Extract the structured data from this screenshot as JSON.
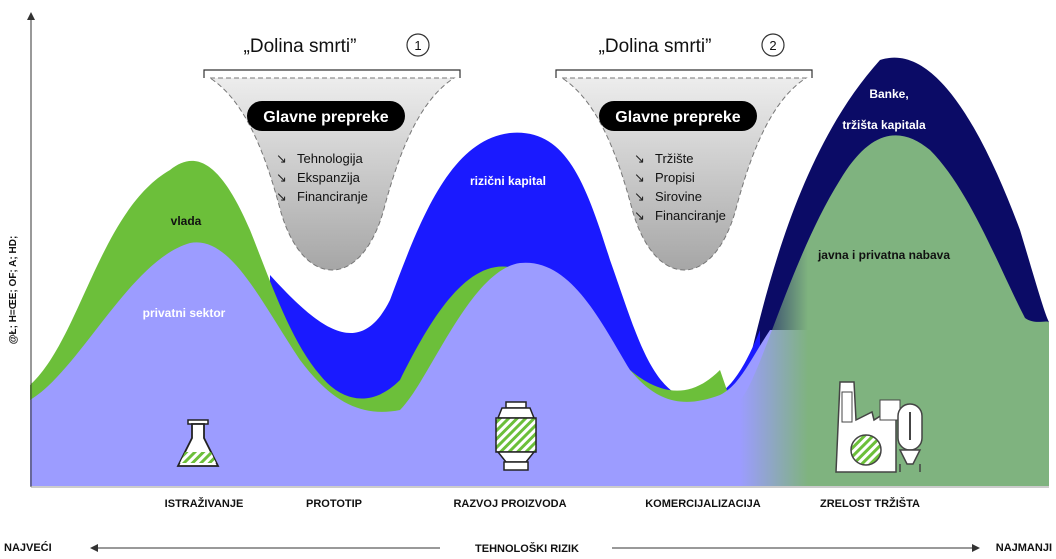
{
  "axis": {
    "y_label": "@Ł; H=ŒE;  OF; A; HD;",
    "x_label": "TEHNOLOŠKI RIZIK",
    "left_end": "NAJVEĆI",
    "right_end": "NAJMANJI"
  },
  "stages": [
    "ISTRAŽIVANJE",
    "PROTOTIP",
    "RAZVOJ PROIZVODA",
    "KOMERCIJALIZACIJA",
    "ZRELOST TRŽIŠTA"
  ],
  "funding": {
    "vlada": "vlada",
    "private_sector": "privatni sektor",
    "risk_capital": "rizični kapital",
    "public_private": "javna i privatna nabava",
    "banks_line1": "Banke,",
    "banks_line2": "tržišta kapitala"
  },
  "valleys": [
    {
      "title": "„Dolina smrti”",
      "number": "1",
      "obstacles_title": "Glavne prepreke",
      "items": [
        "Tehnologija",
        "Ekspanzija",
        "Financiranje"
      ]
    },
    {
      "title": "„Dolina smrti”",
      "number": "2",
      "obstacles_title": "Glavne prepreke",
      "items": [
        "Tržište",
        "Propisi",
        "Sirovine",
        "Financiranje"
      ]
    }
  ],
  "colors": {
    "lavender": "#9c9cff",
    "green": "#6cbf3a",
    "blue": "#1a1aff",
    "navy": "#0b0b66",
    "mature_green": "#7fb37f",
    "funnel_top": "#e6e6e6",
    "funnel_bottom": "#a8a8a8"
  },
  "icons": [
    "flask-icon",
    "reactor-icon",
    "factory-icon"
  ]
}
